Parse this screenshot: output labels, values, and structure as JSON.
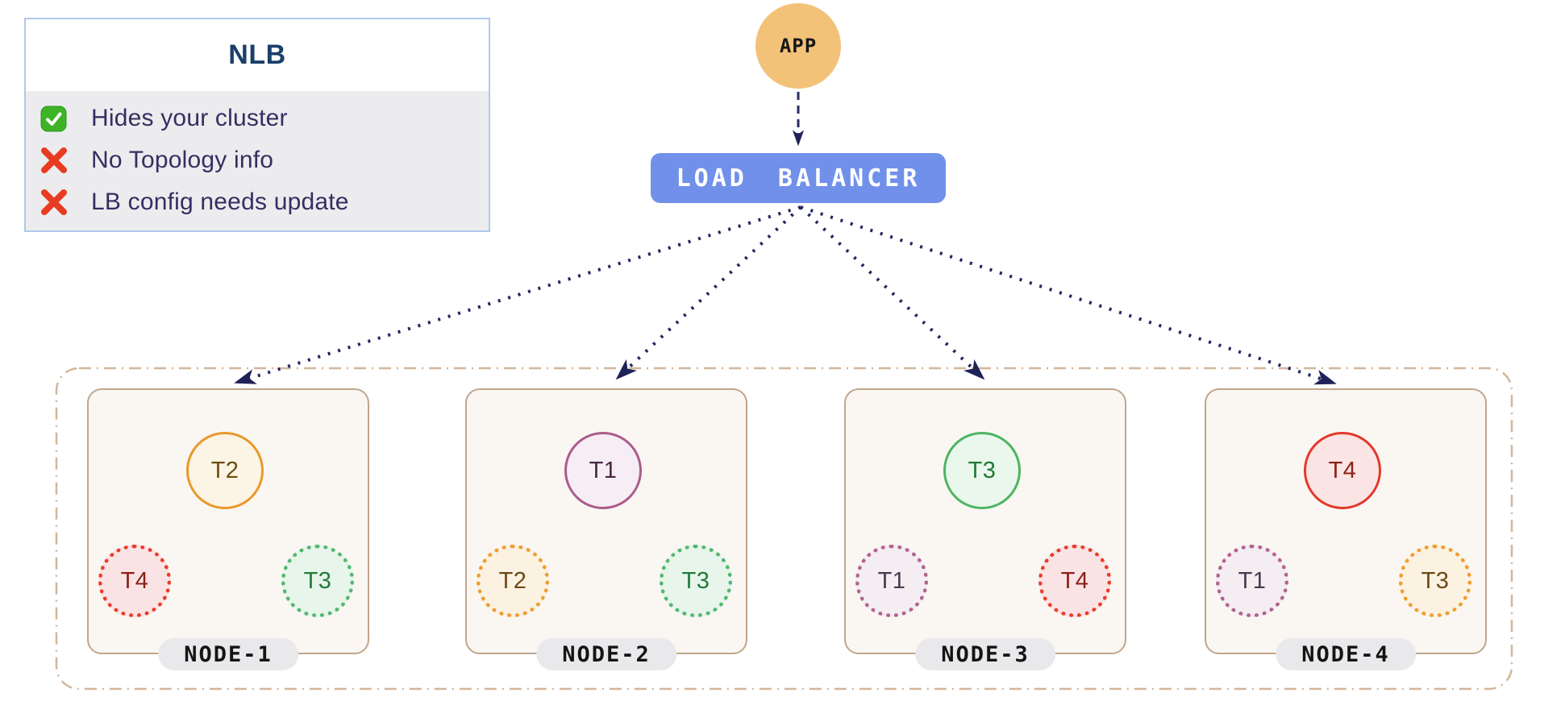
{
  "info_panel": {
    "title": "NLB",
    "items": [
      {
        "icon": "check-icon",
        "text": "Hides your cluster"
      },
      {
        "icon": "cross-icon",
        "text": "No Topology info"
      },
      {
        "icon": "cross-icon",
        "text": "LB config needs update"
      }
    ]
  },
  "app": {
    "label": "APP"
  },
  "load_balancer": {
    "label": "LOAD BALANCER"
  },
  "cluster": {
    "nodes": [
      {
        "name": "NODE-1",
        "top_pod": {
          "label": "T2",
          "variant": "orange-solid"
        },
        "left_pod": {
          "label": "T4",
          "variant": "red-dotted"
        },
        "right_pod": {
          "label": "T3",
          "variant": "green-dotted"
        }
      },
      {
        "name": "NODE-2",
        "top_pod": {
          "label": "T1",
          "variant": "purple-solid"
        },
        "left_pod": {
          "label": "T2",
          "variant": "orange-dotted"
        },
        "right_pod": {
          "label": "T3",
          "variant": "green-dotted"
        }
      },
      {
        "name": "NODE-3",
        "top_pod": {
          "label": "T3",
          "variant": "green-solid"
        },
        "left_pod": {
          "label": "T1",
          "variant": "purple-dotted"
        },
        "right_pod": {
          "label": "T4",
          "variant": "red-dotted"
        }
      },
      {
        "name": "NODE-4",
        "top_pod": {
          "label": "T4",
          "variant": "red-solid"
        },
        "left_pod": {
          "label": "T1",
          "variant": "purple-dotted"
        },
        "right_pod": {
          "label": "T3",
          "variant": "orange-dotted"
        }
      }
    ]
  },
  "colors": {
    "load_balancer_fill": "#7090ea",
    "app_fill": "#f3c279",
    "arrow_navy": "#23265e",
    "cluster_border": "#d3b69a",
    "node_border": "#c0a68c",
    "node_fill": "#faf7f3",
    "panel_border": "#b0c9e8",
    "panel_body_bg": "#ececef",
    "check_green": "#3db425",
    "cross_red": "#e83c22",
    "title_navy": "#1a3f68",
    "list_text_indigo": "#342f61"
  }
}
